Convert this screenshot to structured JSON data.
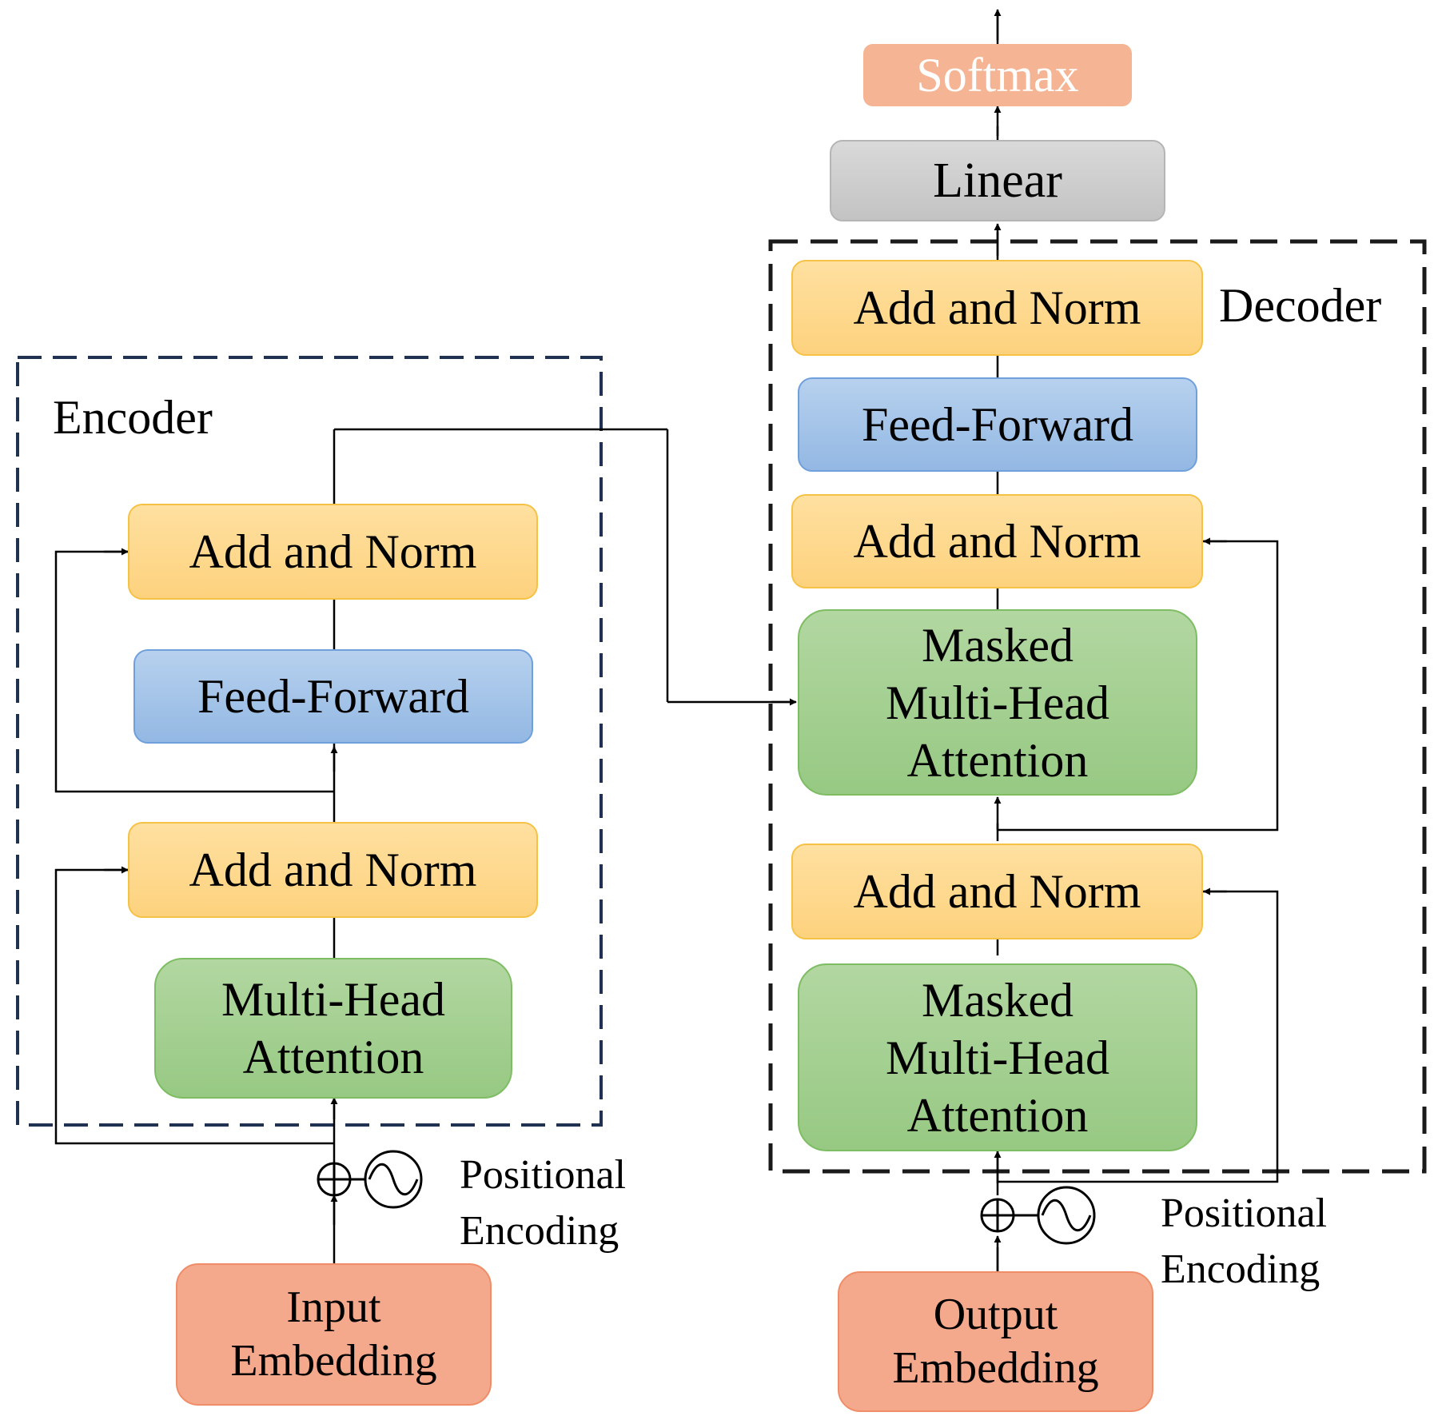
{
  "encoder": {
    "title": "Encoder",
    "add_norm_top": "Add and Norm",
    "feed_forward": "Feed-Forward",
    "add_norm_bottom": "Add and Norm",
    "attention": [
      "Multi-Head",
      "Attention"
    ],
    "positional_encoding": [
      "Positional",
      "Encoding"
    ],
    "embedding": [
      "Input",
      "Embedding"
    ]
  },
  "decoder": {
    "title": "Decoder",
    "add_norm_top": "Add and Norm",
    "feed_forward": "Feed-Forward",
    "add_norm_middle": "Add and Norm",
    "attention_upper": [
      "Masked",
      "Multi-Head",
      "Attention"
    ],
    "add_norm_bottom": "Add and Norm",
    "attention_lower": [
      "Masked",
      "Multi-Head",
      "Attention"
    ],
    "positional_encoding": [
      "Positional",
      "Encoding"
    ],
    "embedding": [
      "Output",
      "Embedding"
    ]
  },
  "output": {
    "linear": "Linear",
    "softmax": "Softmax"
  },
  "colors": {
    "add_norm": "#fdd27e",
    "feed_forward": "#93b8e3",
    "attention": "#97c983",
    "embedding": "#f5a98c",
    "linear": "#c3c3c3",
    "softmax": "#f5b595",
    "encoder_border": "#1f3251",
    "decoder_border": "#1a1a1a"
  }
}
